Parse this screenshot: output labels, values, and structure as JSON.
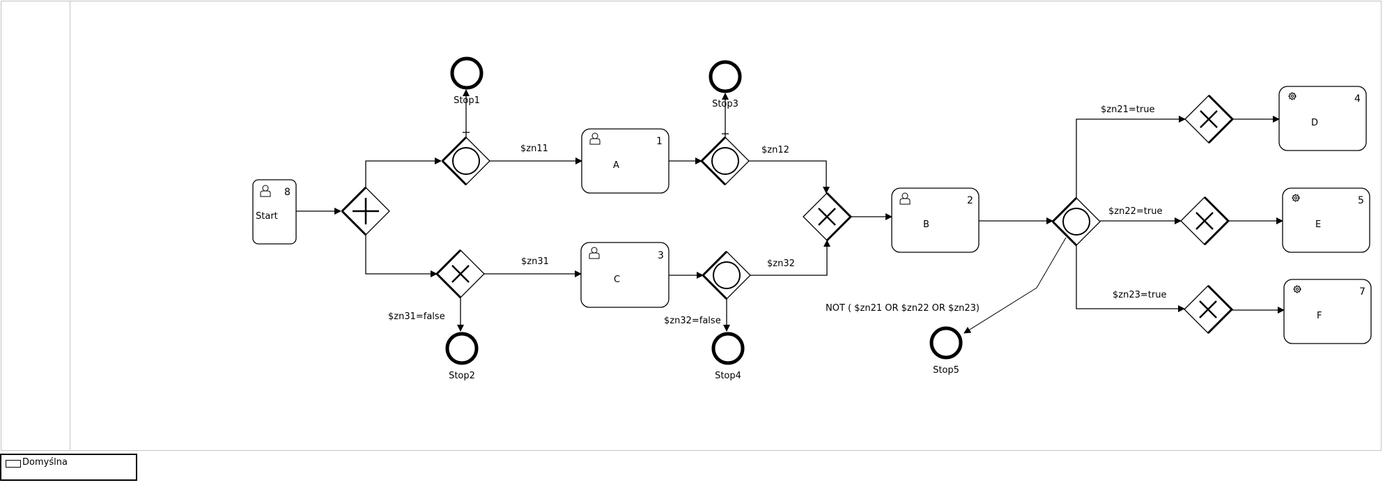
{
  "legend": {
    "label": "Domyślna"
  },
  "tasks": [
    {
      "id": "start",
      "label": "Start",
      "number": "8",
      "icon": "user-icon"
    },
    {
      "id": "A",
      "label": "A",
      "number": "1",
      "icon": "user-icon"
    },
    {
      "id": "C",
      "label": "C",
      "number": "3",
      "icon": "user-icon"
    },
    {
      "id": "B",
      "label": "B",
      "number": "2",
      "icon": "user-icon"
    },
    {
      "id": "D",
      "label": "D",
      "number": "4",
      "icon": "gear-icon"
    },
    {
      "id": "E",
      "label": "E",
      "number": "5",
      "icon": "gear-icon"
    },
    {
      "id": "F",
      "label": "F",
      "number": "7",
      "icon": "gear-icon"
    }
  ],
  "events": [
    {
      "id": "stop1",
      "label": "Stop1"
    },
    {
      "id": "stop2",
      "label": "Stop2"
    },
    {
      "id": "stop3",
      "label": "Stop3"
    },
    {
      "id": "stop4",
      "label": "Stop4"
    },
    {
      "id": "stop5",
      "label": "Stop5"
    }
  ],
  "gateways": [
    {
      "id": "g_par",
      "type": "parallel"
    },
    {
      "id": "g_or1",
      "type": "inclusive"
    },
    {
      "id": "g_xor1",
      "type": "exclusive"
    },
    {
      "id": "g_or2",
      "type": "inclusive"
    },
    {
      "id": "g_or3",
      "type": "inclusive"
    },
    {
      "id": "g_xorjoin",
      "type": "exclusive"
    },
    {
      "id": "g_or4",
      "type": "inclusive"
    },
    {
      "id": "g_xd",
      "type": "exclusive"
    },
    {
      "id": "g_xe",
      "type": "exclusive"
    },
    {
      "id": "g_xf",
      "type": "exclusive"
    }
  ],
  "flow_labels": {
    "zn11": "$zn11",
    "zn12": "$zn12",
    "zn31": "$zn31",
    "zn32": "$zn32",
    "zn31_false": "$zn31=false",
    "zn32_false": "$zn32=false",
    "zn21_true": "$zn21=true",
    "zn22_true": "$zn22=true",
    "zn23_true": "$zn23=true",
    "default_cond": "NOT ( $zn21 OR  $zn22 OR  $zn23)"
  }
}
